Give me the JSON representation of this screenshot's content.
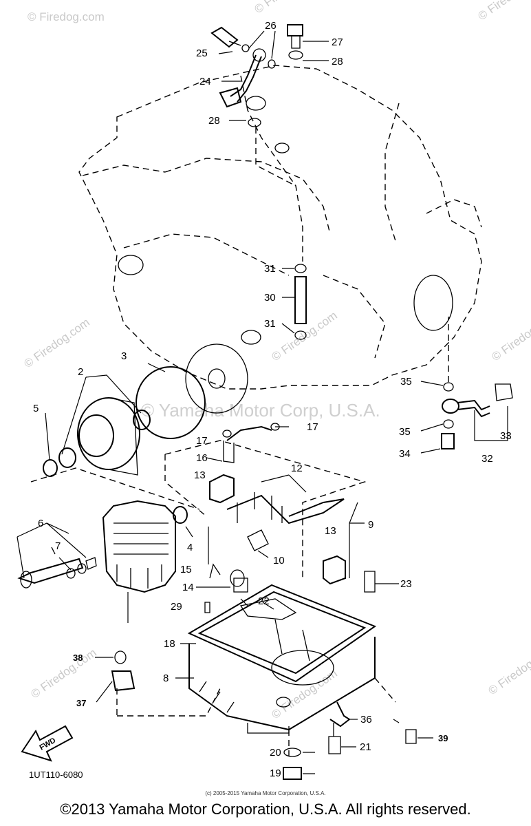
{
  "diagram": {
    "part_number_code": "1UT110-6080",
    "watermark_text": "© Firedog.com",
    "center_watermark": "© Yamaha Motor Corp, U.S.A.",
    "small_copyright": "(c) 2005-2015 Yamaha Motor Corporation, U.S.A.",
    "copyright": "©2013 Yamaha Motor Corporation, U.S.A. All rights reserved.",
    "fwd_label": "FWD",
    "callouts": {
      "c2": "2",
      "c3": "3",
      "c4": "4",
      "c5": "5",
      "c6": "6",
      "c7": "7",
      "c8": "8",
      "c9": "9",
      "c10": "10",
      "c12": "12",
      "c13a": "13",
      "c13b": "13",
      "c14": "14",
      "c15": "15",
      "c16": "16",
      "c17a": "17",
      "c17b": "17",
      "c18": "18",
      "c19": "19",
      "c20": "20",
      "c21": "21",
      "c22": "22",
      "c23": "23",
      "c24": "24",
      "c25": "25",
      "c26": "26",
      "c27": "27",
      "c28a": "28",
      "c28b": "28",
      "c29": "29",
      "c30": "30",
      "c31a": "31",
      "c31b": "31",
      "c32": "32",
      "c33": "33",
      "c34": "34",
      "c35a": "35",
      "c35b": "35",
      "c36": "36",
      "c37": "37",
      "c38": "38",
      "c39": "39"
    }
  }
}
